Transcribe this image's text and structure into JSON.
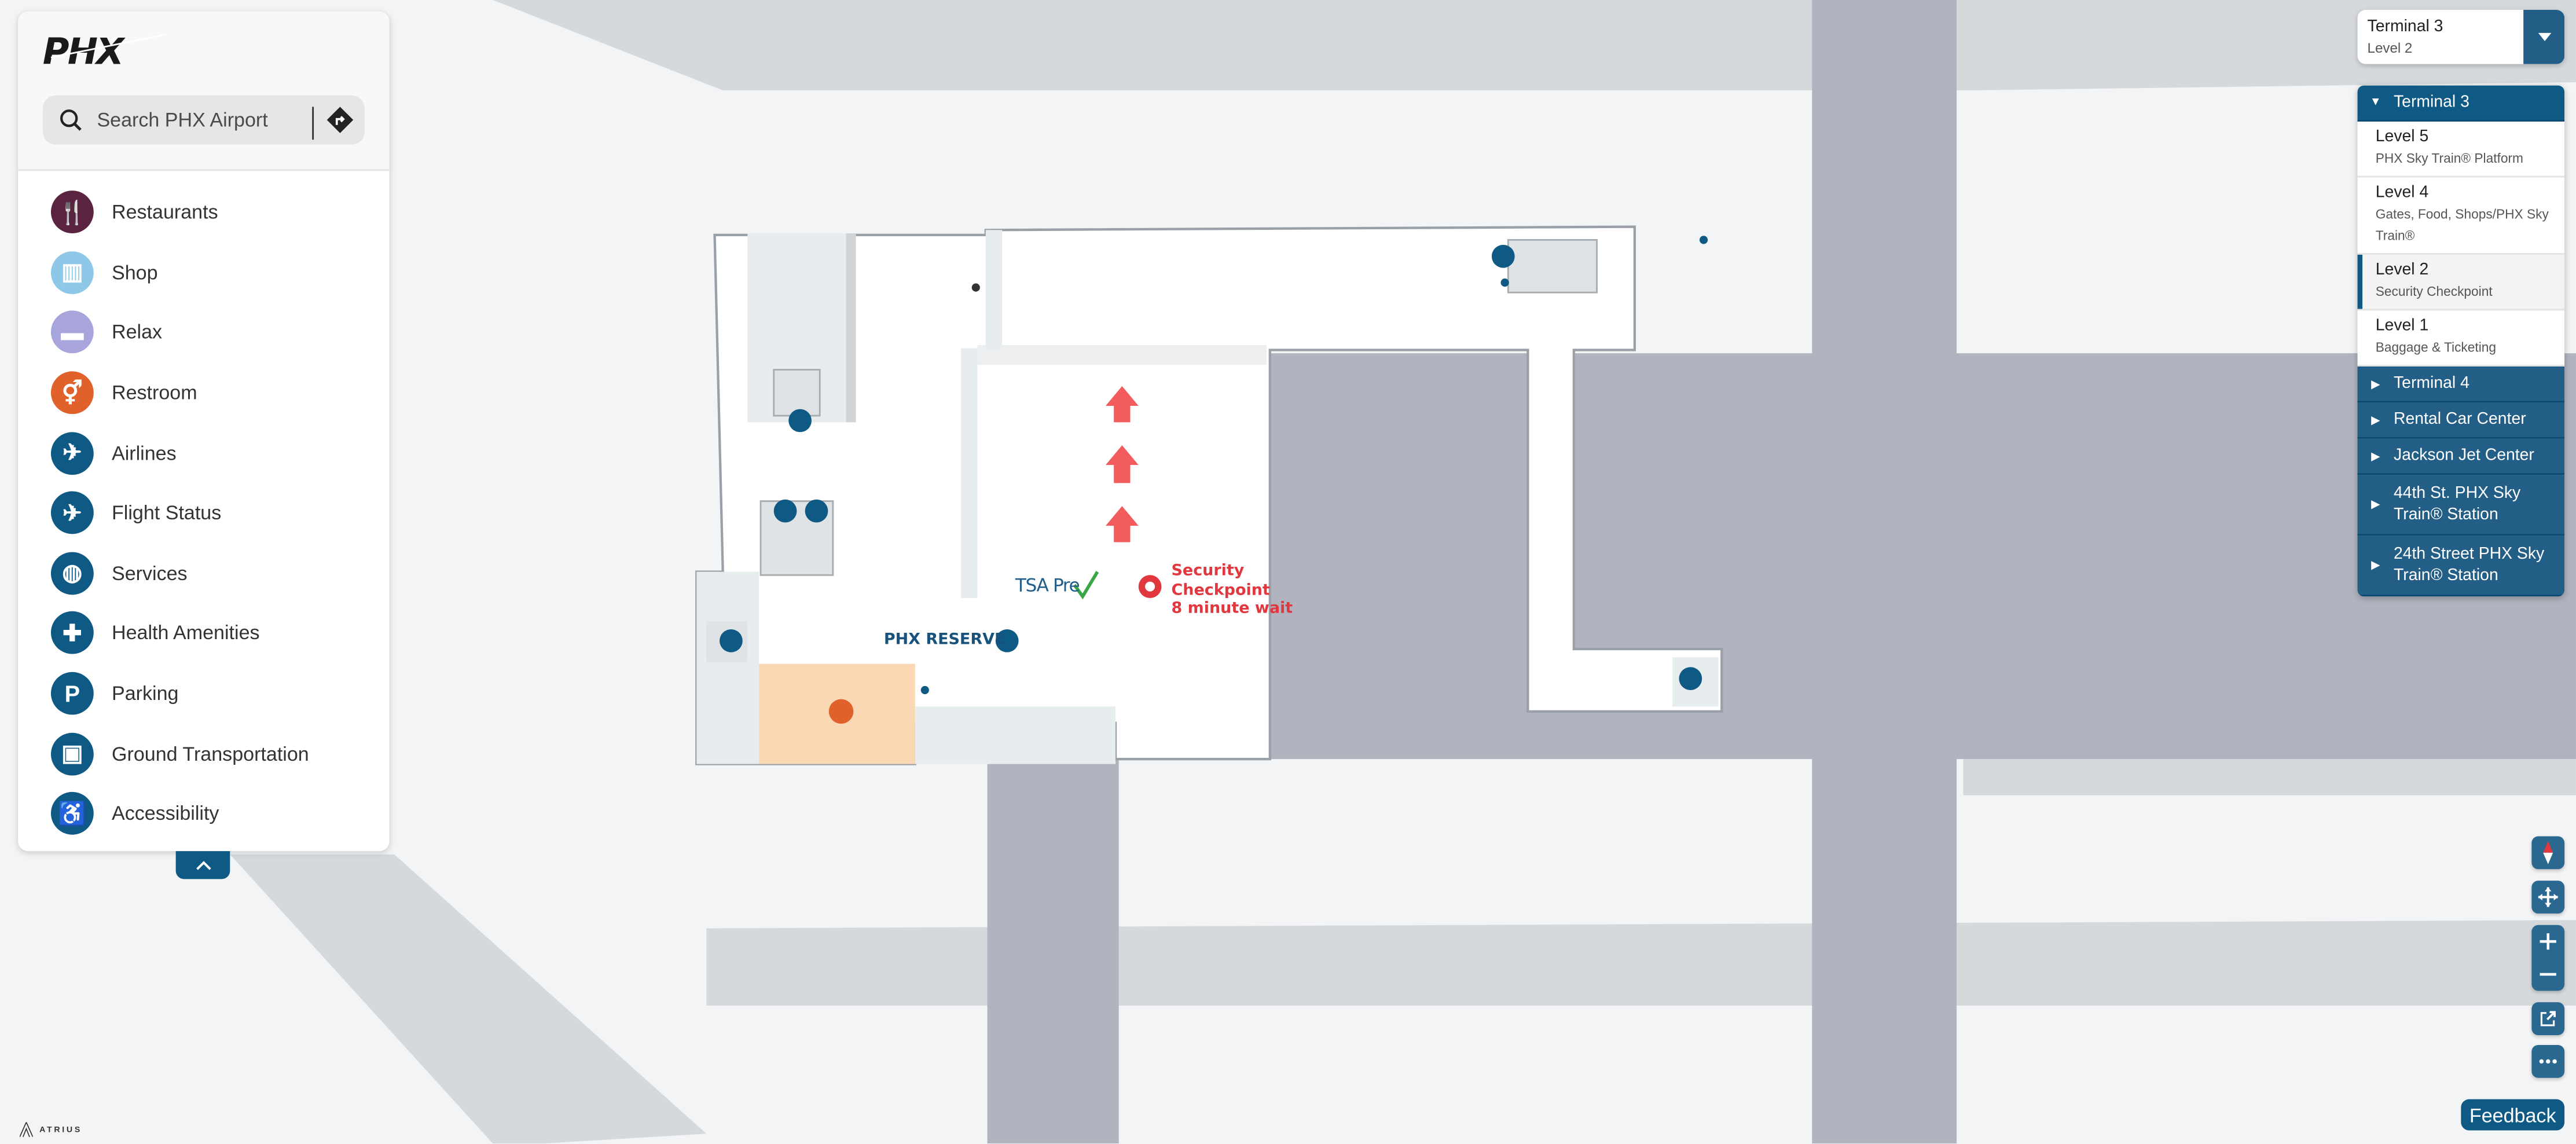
{
  "brand": {
    "logo_text": "PHX",
    "footer": "ATRIUS"
  },
  "search": {
    "placeholder": "Search PHX Airport"
  },
  "categories": [
    {
      "label": "Restaurants",
      "icon": "fork-knife-icon",
      "color": "#5a2340"
    },
    {
      "label": "Shop",
      "icon": "shopping-icon",
      "color": "#8ec8e8"
    },
    {
      "label": "Relax",
      "icon": "armchair-icon",
      "color": "#a8a4dc"
    },
    {
      "label": "Restroom",
      "icon": "restroom-icon",
      "color": "#e0622a"
    },
    {
      "label": "Airlines",
      "icon": "airline-counter-icon",
      "color": "#0e5a85"
    },
    {
      "label": "Flight Status",
      "icon": "airplane-icon",
      "color": "#0e5a85"
    },
    {
      "label": "Services",
      "icon": "globe-icon",
      "color": "#0e5a85"
    },
    {
      "label": "Health Amenities",
      "icon": "medical-cross-icon",
      "color": "#0e5a85"
    },
    {
      "label": "Parking",
      "icon": "parking-icon",
      "color": "#0e5a85"
    },
    {
      "label": "Ground Transportation",
      "icon": "bus-icon",
      "color": "#0e5a85"
    },
    {
      "label": "Accessibility",
      "icon": "wheelchair-icon",
      "color": "#0e5a85"
    }
  ],
  "level_selector": {
    "building": "Terminal 3",
    "level": "Level 2",
    "expanded": {
      "name": "Terminal 3",
      "levels": [
        {
          "name": "Level 5",
          "desc": "PHX Sky Train® Platform"
        },
        {
          "name": "Level 4",
          "desc": "Gates, Food, Shops/PHX Sky Train®"
        },
        {
          "name": "Level 2",
          "desc": "Security Checkpoint",
          "selected": true
        },
        {
          "name": "Level 1",
          "desc": "Baggage & Ticketing"
        }
      ]
    },
    "other_buildings": [
      "Terminal 4",
      "Rental Car Center",
      "Jackson Jet Center",
      "44th St. PHX Sky Train® Station",
      "24th Street PHX Sky Train® Station"
    ]
  },
  "map": {
    "tsa_label": "TSA Pre",
    "security": {
      "title": "Security Checkpoint",
      "wait": "8 minute wait"
    },
    "reserve_label": "PHX RESERVE"
  },
  "controls": {
    "feedback": "Feedback"
  },
  "colors": {
    "brand_blue": "#0e5a85",
    "accent_red": "#e0383e",
    "map_bg": "#f3f4f6"
  }
}
